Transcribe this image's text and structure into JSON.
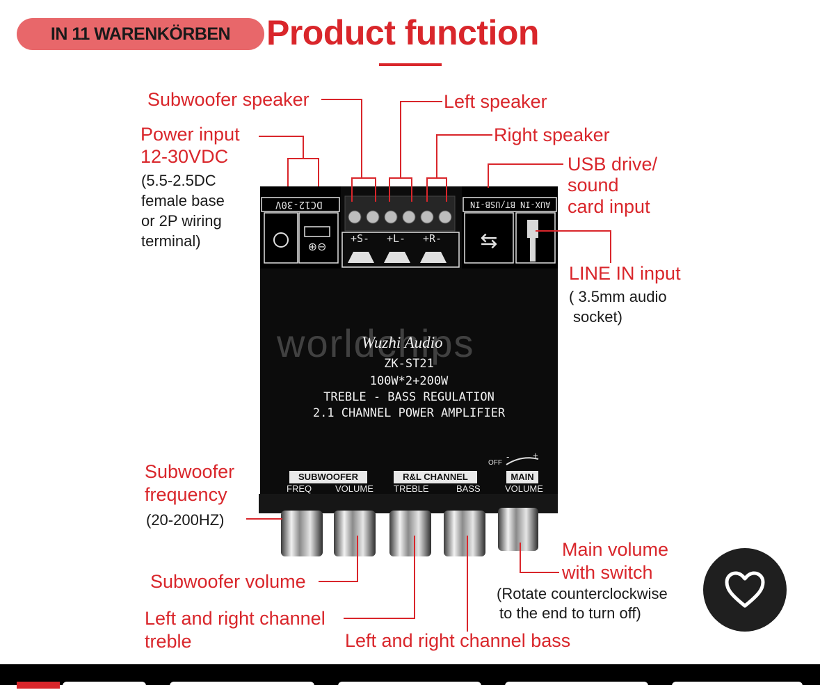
{
  "badge": {
    "label": "IN 11 WARENKÖRBEN"
  },
  "title": "Product function",
  "labels": {
    "subwoofer_speaker": "Subwoofer speaker",
    "left_speaker": "Left speaker",
    "right_speaker": "Right speaker",
    "power_input": "Power input",
    "power_voltage": "12-30VDC",
    "power_note": [
      "(5.5-2.5DC",
      "female base",
      "or 2P wiring",
      "terminal)"
    ],
    "usb_input": [
      "USB drive/",
      "sound",
      "card input"
    ],
    "line_in": "LINE IN input",
    "line_in_note": [
      "( 3.5mm audio",
      "socket)"
    ],
    "sub_freq": [
      "Subwoofer",
      "frequency"
    ],
    "sub_freq_range": "(20-200HZ)",
    "sub_volume": "Subwoofer volume",
    "lr_treble": [
      "Left and right channel",
      "treble"
    ],
    "lr_bass": "Left and right channel bass",
    "main_volume": [
      "Main volume",
      "with switch"
    ],
    "main_volume_note": [
      "(Rotate counterclockwise",
      "to the end to turn off)"
    ]
  },
  "board": {
    "dc_label": "DC12-30V",
    "bt_label": "BT/USB-IN",
    "aux_label": "AUX-IN",
    "speaker_marks": [
      "+S-",
      "+L-",
      "+R-"
    ],
    "brand": "Wuzhi Audio",
    "watermark": "worldchips",
    "model": "ZK-ST21",
    "power_spec": "100W*2+200W",
    "desc1": "TREBLE - BASS REGULATION",
    "desc2": "2.1 CHANNEL POWER AMPLIFIER",
    "group_sub": "SUBWOOFER",
    "group_rl": "R&L CHANNEL",
    "group_main": "MAIN",
    "knob_labels": [
      "FREQ",
      "VOLUME",
      "TREBLE",
      "BASS",
      "VOLUME"
    ],
    "off_label": "OFF",
    "minus": "-",
    "plus": "+"
  },
  "icons": {
    "favorite": "heart-icon"
  },
  "colors": {
    "accent": "#d9262b",
    "badge": "#e8676a",
    "board": "#0c0c0c"
  }
}
